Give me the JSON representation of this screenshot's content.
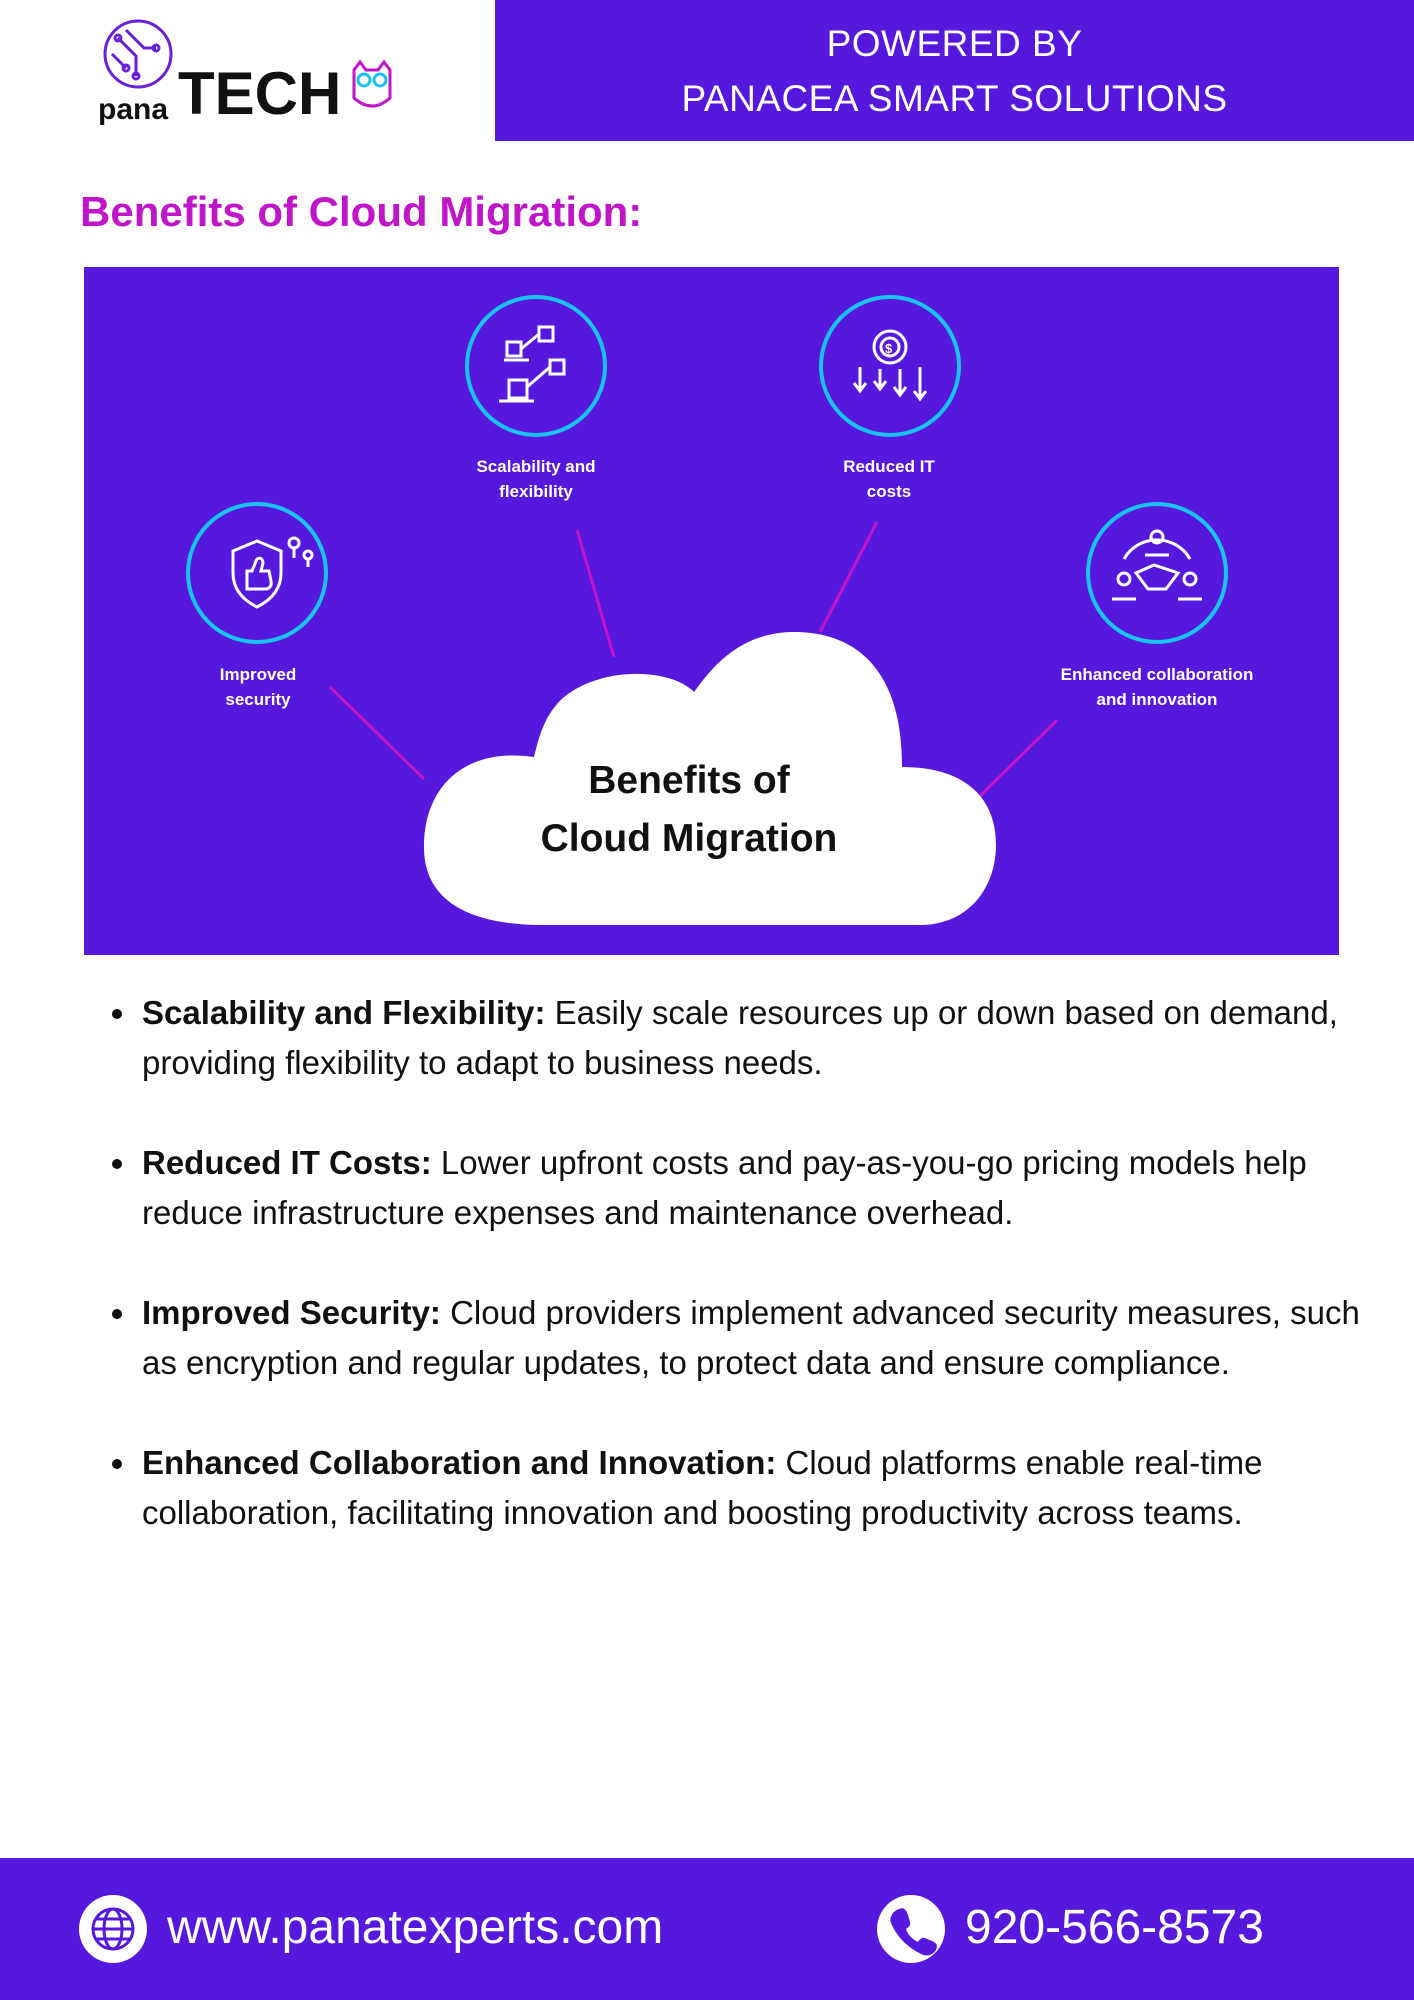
{
  "header": {
    "logo_prefix": "pana",
    "logo_main": "TECH",
    "powered_line1": "POWERED BY",
    "powered_line2": "PANACEA SMART SOLUTIONS"
  },
  "section_title": "Benefits of Cloud Migration:",
  "infographic": {
    "cloud_line1": "Benefits of",
    "cloud_line2": "Cloud Migration",
    "labels": {
      "scalability_1": "Scalability and",
      "scalability_2": "flexibility",
      "costs_1": "Reduced IT",
      "costs_2": "costs",
      "security_1": "Improved",
      "security_2": "security",
      "collab_1": "Enhanced collaboration",
      "collab_2": "and innovation"
    },
    "icons": [
      "network-icon",
      "dollar-gear-icon",
      "shield-thumbs-up-icon",
      "handshake-icon"
    ],
    "colors": {
      "background": "#5718dd",
      "ring": "#19c3f0",
      "connector": "#c015c9"
    }
  },
  "bullets": [
    {
      "title": "Scalability and Flexibility:",
      "text": " Easily scale resources up or down based on demand, providing flexibility to adapt to business needs."
    },
    {
      "title": "Reduced IT Costs:",
      "text": " Lower upfront costs and pay-as-you-go pricing models help reduce infrastructure expenses and maintenance overhead."
    },
    {
      "title": "Improved Security:",
      "text": " Cloud providers implement advanced security measures, such as encryption and regular updates, to protect data and ensure compliance."
    },
    {
      "title": "Enhanced Collaboration and Innovation:",
      "text": " Cloud platforms enable real-time collaboration, facilitating innovation and boosting productivity across teams."
    }
  ],
  "footer": {
    "website": "www.panatexperts.com",
    "phone": "920-566-8573"
  },
  "colors": {
    "brand_purple": "#5718dd",
    "accent_magenta": "#c015c9"
  }
}
